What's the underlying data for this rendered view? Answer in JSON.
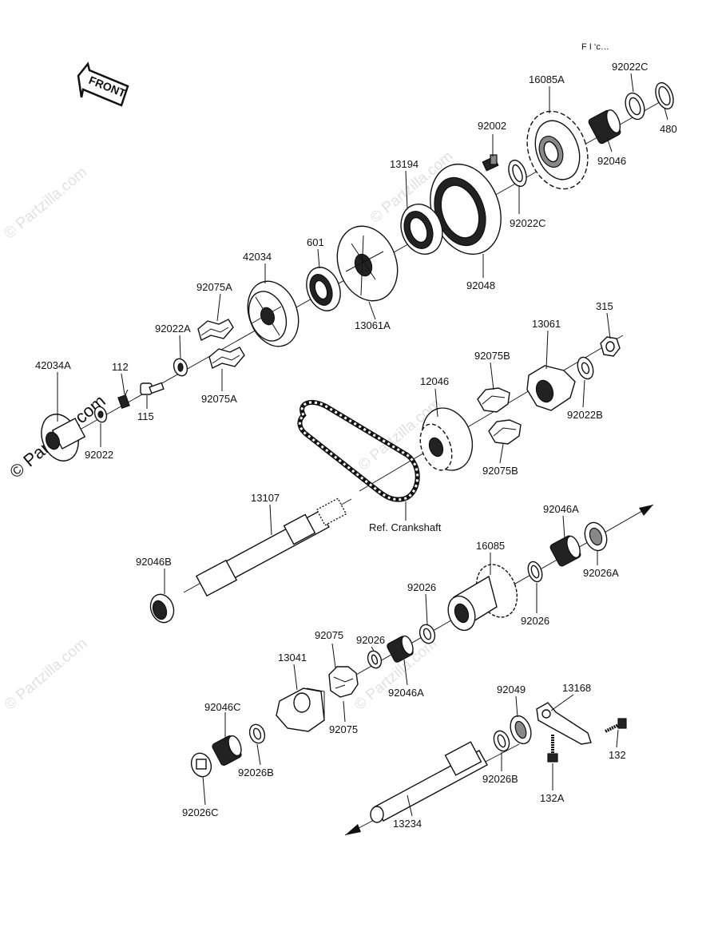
{
  "diagram": {
    "sheet_code": "F I ‘c…",
    "front_label": "FRONT",
    "watermark": "© Partzilla.com",
    "crankshaft_ref": "Ref. Crankshaft",
    "labels": {
      "p16085A": "16085A",
      "p92022C_top": "92022C",
      "p480": "480",
      "p92002": "92002",
      "p92046": "92046",
      "p13194": "13194",
      "p92022C_mid": "92022C",
      "p601": "601",
      "p42034": "42034",
      "p92048": "92048",
      "p92075A_top": "92075A",
      "p13061A": "13061A",
      "p92022A": "92022A",
      "p315": "315",
      "p13061": "13061",
      "p92075B_top": "92075B",
      "p42034A": "42034A",
      "p112": "112",
      "p12046": "12046",
      "p92022B": "92022B",
      "p115": "115",
      "p92075A_bot": "92075A",
      "p92022": "92022",
      "p92075B_bot": "92075B",
      "p13107": "13107",
      "p92046A_r": "92046A",
      "p16085": "16085",
      "p92046B": "92046B",
      "p92026A": "92026A",
      "p92026_a": "92026",
      "p92026_b": "92026",
      "p92026_c": "92026",
      "p92075": "92075",
      "p13041": "13041",
      "p92046A_l": "92046A",
      "p92075_bot": "92075",
      "p92049": "92049",
      "p13168": "13168",
      "p92046C": "92046C",
      "p132": "132",
      "p92026B_l": "92026B",
      "p92026B_r": "92026B",
      "p132A": "132A",
      "p92026C": "92026C",
      "p13234": "13234"
    }
  }
}
